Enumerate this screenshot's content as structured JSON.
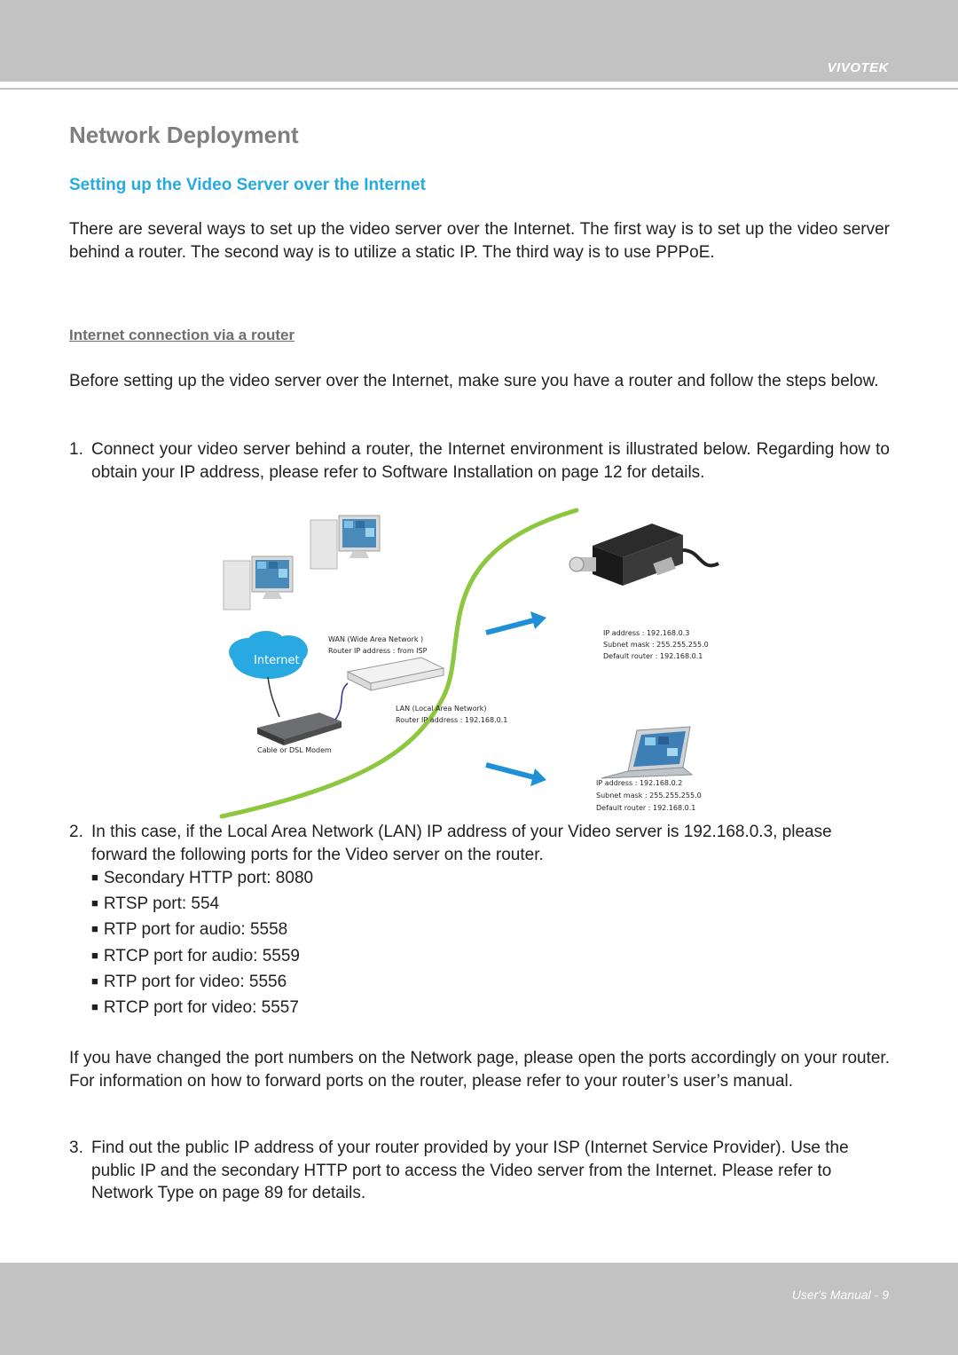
{
  "header": {
    "brand": "VIVOTEK"
  },
  "title": "Network Deployment",
  "subtitle": "Setting up the Video Server over the Internet",
  "intro": "There are several ways to set up the video server over the Internet. The first way is to set up the video server behind a router. The second way is to utilize a static IP. The third way is to use PPPoE.",
  "section_heading": "Internet connection via a router",
  "section_intro": "Before setting up the video server over the Internet, make sure you have a router and follow the steps below.",
  "steps": [
    {
      "num": "1.",
      "text": "Connect your video server behind a router, the Internet environment is illustrated below. Regarding how to obtain your IP address, please refer to Software Installation on page 12 for details."
    },
    {
      "num": "2.",
      "text": "In this case, if the Local Area Network (LAN) IP address of your Video server is 192.168.0.3, please forward the following ports for the Video server on the router."
    },
    {
      "num": "3.",
      "text": "Find out the public IP address of your router provided by your ISP (Internet Service Provider). Use the public IP and the secondary HTTP port to access the Video server from the Internet. Please refer to Network Type on page 89 for details."
    }
  ],
  "bullet_marker": "■",
  "ports": [
    "Secondary HTTP port: 8080",
    "RTSP port: 554",
    "RTP port for audio: 5558",
    "RTCP port for audio: 5559",
    "RTP port for video: 5556",
    "RTCP port for video: 5557"
  ],
  "port_note": "If you have changed the port numbers on the Network page, please open the ports accordingly on your router. For information on how to forward ports on the router, please refer to your router’s user’s manual.",
  "diagram": {
    "internet_label": "Internet",
    "wan_label": "WAN (Wide Area Network )",
    "wan_ip": "Router IP address : from ISP",
    "lan_label": "LAN (Local Area Network)",
    "lan_ip": "Router IP address : 192.168.0.1",
    "modem_label": "Cable or DSL Modem",
    "server": {
      "ip": "IP address : 192.168.0.3",
      "mask": "Subnet mask : 255.255.255.0",
      "router": "Default router : 192.168.0.1"
    },
    "laptop": {
      "ip": "IP address : 192.168.0.2",
      "mask": "Subnet mask : 255.255.255.0",
      "router": "Default router : 192.168.0.1"
    },
    "colors": {
      "cable": "#8dc63f",
      "arrow": "#1f8fd6",
      "cloud": "#29a9e1"
    }
  },
  "footer": {
    "page_label": "User's Manual - 9"
  }
}
